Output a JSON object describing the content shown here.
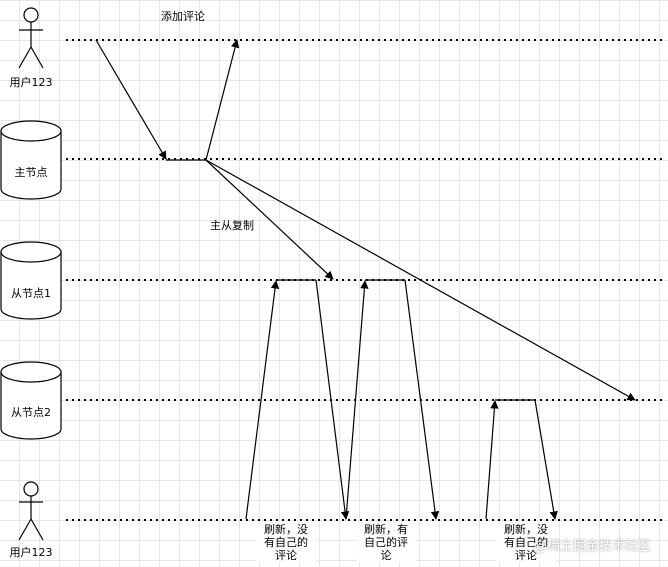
{
  "actors": {
    "top_label": "用户123",
    "bottom_label": "用户123"
  },
  "nodes": {
    "master": "主节点",
    "slave1": "从节点1",
    "slave2": "从节点2"
  },
  "annotations": {
    "add_comment": "添加评论",
    "replication": "主从复制",
    "refresh_1": "刷新，没\n有自己的\n评论",
    "refresh_2": "刷新，有\n自己的评\n论",
    "refresh_3": "刷新，没\n有自己的\n评论"
  },
  "watermark": "@稀土掘金技术社区",
  "colors": {
    "line": "#000000",
    "grid": "#e6e6e6"
  }
}
